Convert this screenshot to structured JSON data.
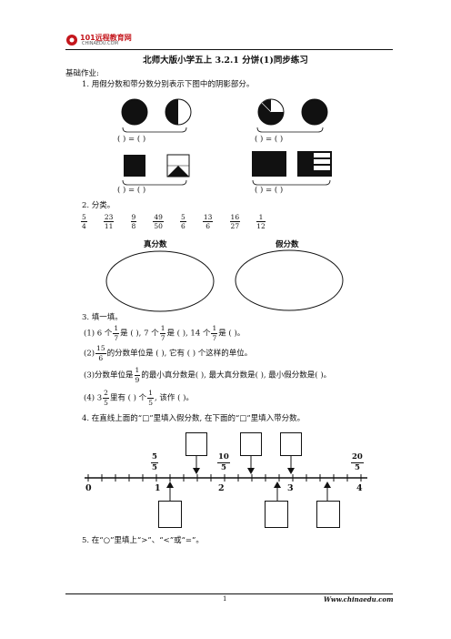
{
  "logo": {
    "brand": "101远程教育网",
    "sub": "CHINAEDU.COM"
  },
  "title": "北师大版小学五上 3.2.1 分饼(1)同步练习",
  "section": "基础作业:",
  "q1": {
    "text": "1. 用假分数和带分数分别表示下图中的阴影部分。",
    "blank": "(        ) = (        )"
  },
  "q2": {
    "text": "2. 分类。",
    "fractions": [
      {
        "n": "5",
        "d": "4"
      },
      {
        "n": "23",
        "d": "11"
      },
      {
        "n": "9",
        "d": "8"
      },
      {
        "n": "49",
        "d": "50"
      },
      {
        "n": "5",
        "d": "6"
      },
      {
        "n": "13",
        "d": "6"
      },
      {
        "n": "16",
        "d": "27"
      },
      {
        "n": "1",
        "d": "12"
      }
    ],
    "proper": "真分数",
    "improper": "假分数"
  },
  "q3": {
    "text": "3. 填一填。",
    "l1": {
      "p": "(1) 6 个",
      "a": "是 (        ), 7 个",
      "b": "是 (        ), 14 个",
      "c": "是 (        )。"
    },
    "l2": {
      "p": "(2)",
      "a": "的分数单位是 (        ), 它有 (        ) 个这样的单位。"
    },
    "l3": {
      "p": "(3)分数单位是",
      "a": "的最小真分数是(        ), 最大真分数是(        ), 最小假分数是(        )。"
    },
    "l4": {
      "p": "(4) 3",
      "a": "里有 (        ) 个",
      "b": ", 该作 (        )。"
    },
    "f17": {
      "n": "1",
      "d": "7"
    },
    "f156": {
      "n": "15",
      "d": "6"
    },
    "f19": {
      "n": "1",
      "d": "9"
    },
    "f25": {
      "n": "2",
      "d": "5"
    },
    "f15": {
      "n": "1",
      "d": "5"
    }
  },
  "q4": {
    "text": "4. 在直线上面的“□”里填入假分数, 在下面的“□”里填入带分数。",
    "ticks": [
      "0",
      "1",
      "2",
      "3",
      "4"
    ],
    "labels": [
      {
        "n": "5",
        "d": "5"
      },
      {
        "n": "10",
        "d": "5"
      },
      {
        "n": "20",
        "d": "5"
      }
    ]
  },
  "q5": {
    "text": "5. 在“○”里填上“>”、“<”或“=”。"
  },
  "footer": {
    "page": "1",
    "site": "Www.chinaedu.com"
  }
}
